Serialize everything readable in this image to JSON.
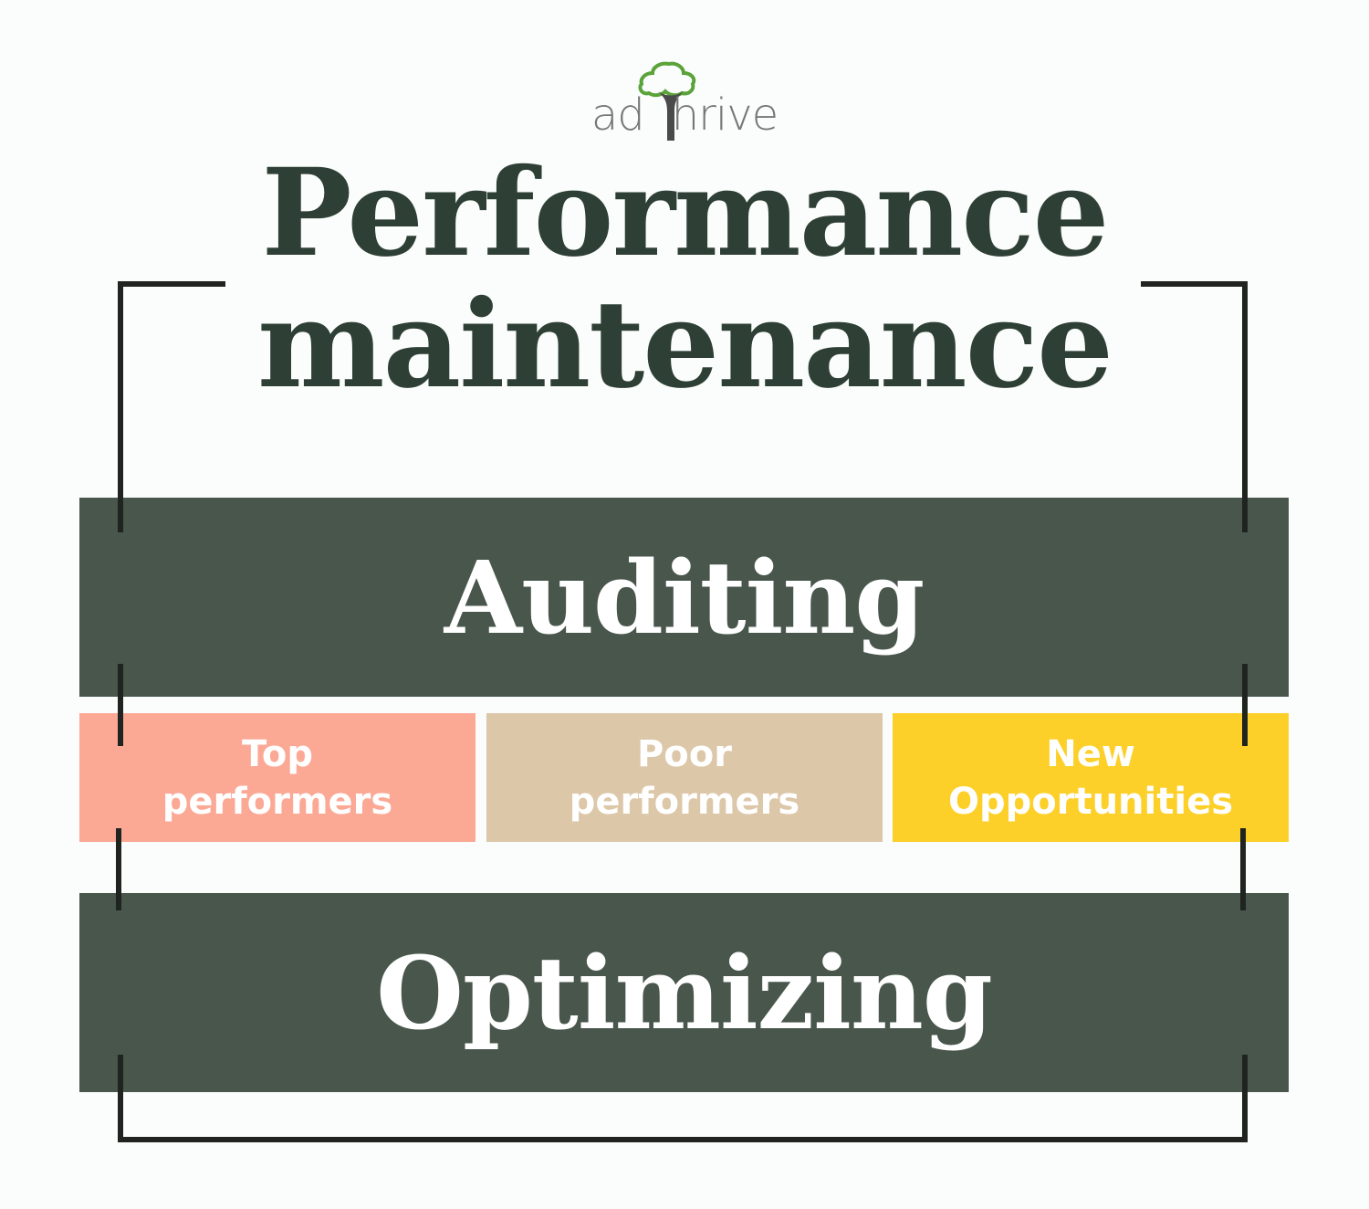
{
  "logo": {
    "prefix": "ad",
    "suffix": "hrive",
    "colors": {
      "leaf": "#5aa33a",
      "trunk": "#4a4a4a",
      "text": "#777777"
    }
  },
  "title": {
    "line1": "Performance",
    "line2": "maintenance"
  },
  "stages": {
    "auditing": "Auditing",
    "optimizing": "Optimizing"
  },
  "categories": [
    {
      "label": "Top\nperformers",
      "color": "#fba895"
    },
    {
      "label": "Poor\nperformers",
      "color": "#dcc7a9"
    },
    {
      "label": "New\nOpportunities",
      "color": "#fdcf29"
    }
  ],
  "colors": {
    "title": "#2e4035",
    "bar": "#48564c",
    "bracket": "#1f2420"
  }
}
